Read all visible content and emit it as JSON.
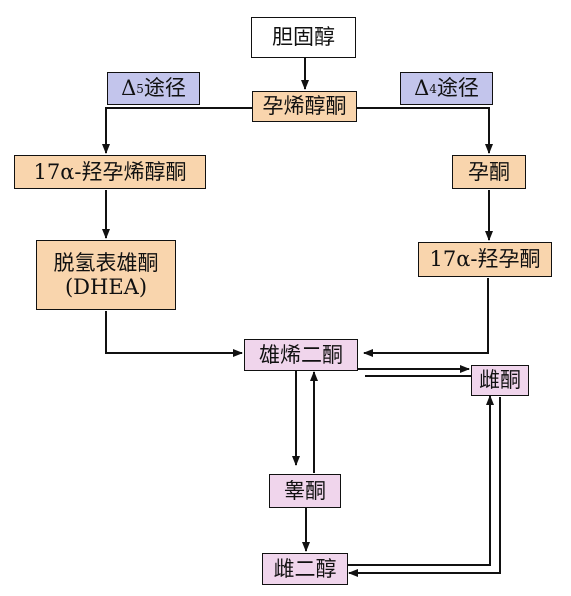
{
  "colors": {
    "white": "#ffffff",
    "peach": "#f9d5ad",
    "lavender": "#c3c5ec",
    "pink": "#f0d5ec",
    "arrow": "#111111"
  },
  "nodes": {
    "cholesterol": "胆固醇",
    "pregnenolone": "孕烯醇酮",
    "d5_path": {
      "symbol": "Δ",
      "sup": "5",
      "text": "途径"
    },
    "d4_path": {
      "symbol": "Δ",
      "sup": "4",
      "text": "途径"
    },
    "oh_pregnenolone": "17α-羟孕烯醇酮",
    "progesterone": "孕酮",
    "dhea": {
      "line1": "脱氢表雄酮",
      "line2": "(DHEA)"
    },
    "oh_progesterone": "17α-羟孕酮",
    "androstenedione": "雄烯二酮",
    "estrone": "雌酮",
    "testosterone": "睾酮",
    "estradiol": "雌二醇"
  }
}
